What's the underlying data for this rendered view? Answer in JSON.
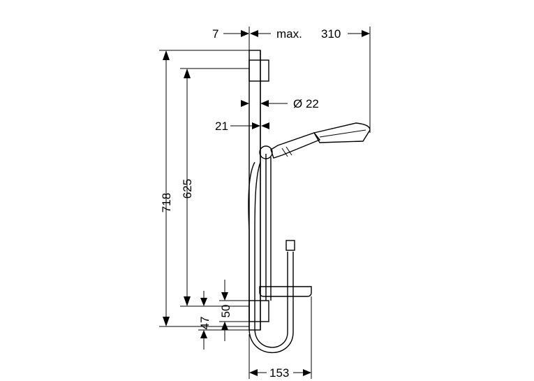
{
  "dimensions": {
    "wall_offset": "7",
    "max_label": "max.",
    "max_projection": "310",
    "bar_diameter": "Ø 22",
    "holder_offset": "21",
    "total_height": "718",
    "rail_length": "625",
    "soap_dish_height": "50",
    "bottom_bracket_height": "47",
    "bottom_width": "153"
  }
}
